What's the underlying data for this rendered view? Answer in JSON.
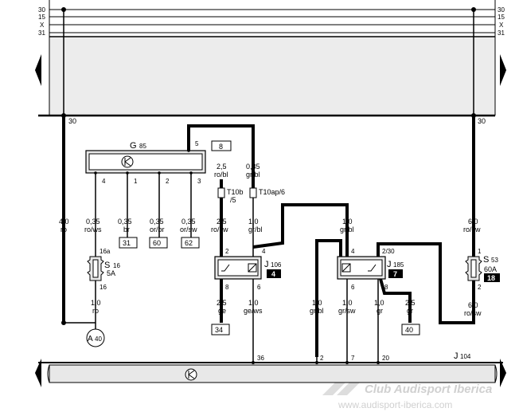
{
  "rails": {
    "r30a": "30",
    "r15": "15",
    "rx": "X",
    "r31": "31"
  },
  "terminals": {
    "left30": "30",
    "right30": "30"
  },
  "components": {
    "g85": {
      "name": "G",
      "sub": "85"
    },
    "j106": {
      "name": "J",
      "sub": "106",
      "badge": "4"
    },
    "j185": {
      "name": "J",
      "sub": "185",
      "badge": "7"
    },
    "j104": {
      "name": "J",
      "sub": "104"
    },
    "s16": {
      "name": "S",
      "sub": "16",
      "rating": "5A"
    },
    "s53": {
      "name": "S",
      "sub": "53",
      "rating": "60A",
      "badge": "18"
    },
    "a40": {
      "name": "A",
      "sub": "40"
    }
  },
  "connectors": {
    "t10b": {
      "line1": "T10b",
      "line2": "/5"
    },
    "t10ap": "T10ap/6"
  },
  "boxes": {
    "b8": "8",
    "b31": "31",
    "b60": "60",
    "b62": "62",
    "b34": "34",
    "b40": "40"
  },
  "pins": {
    "g5": "5",
    "g4": "4",
    "g1": "1",
    "g2": "2",
    "g3": "3",
    "s16in": "16a",
    "s16out": "16",
    "j106a": "2",
    "j106b": "4",
    "j106c": "8",
    "j106d": "6",
    "j185a": "4",
    "j185b": "2/30",
    "j185c": "6",
    "j185d": "8",
    "s53a": "1",
    "s53b": "2",
    "j104a": "36",
    "j104b": "2",
    "j104c": "7",
    "j104d": "20"
  },
  "wires": {
    "w_ro40": {
      "size": "4,0",
      "color": "ro"
    },
    "w_ro_ws": {
      "size": "0,35",
      "color": "ro/ws"
    },
    "w_br": {
      "size": "0,35",
      "color": "br"
    },
    "w_or_br": {
      "size": "0,35",
      "color": "or/br"
    },
    "w_or_sw": {
      "size": "0,35",
      "color": "or/sw"
    },
    "w_ro10": {
      "size": "1,0",
      "color": "ro"
    },
    "w_ro_bl": {
      "size": "2,5",
      "color": "ro/bl"
    },
    "w_gr_bl035": {
      "size": "0,35",
      "color": "gr/bl"
    },
    "w_ro_sw25": {
      "size": "2,5",
      "color": "ro/sw"
    },
    "w_gr_bl10": {
      "size": "1,0",
      "color": "gr/bl"
    },
    "w_gr_bl10b": {
      "size": "1,0",
      "color": "gr/bl"
    },
    "w_ge": {
      "size": "2,5",
      "color": "ge"
    },
    "w_ge_ws": {
      "size": "1,0",
      "color": "ge/ws"
    },
    "w_gr_bl10c": {
      "size": "1,0",
      "color": "gr/bl"
    },
    "w_gr_sw": {
      "size": "1,0",
      "color": "gr/sw"
    },
    "w_gr": {
      "size": "1,0",
      "color": "gr"
    },
    "w_gr25": {
      "size": "2,5",
      "color": "gr"
    },
    "w_ro_sw60a": {
      "size": "6,0",
      "color": "ro/sw"
    },
    "w_ro_sw60b": {
      "size": "6,0",
      "color": "ro/sw"
    }
  },
  "watermark": {
    "title": "Club Audisport Iberica",
    "url": "www.audisport-iberica.com"
  }
}
